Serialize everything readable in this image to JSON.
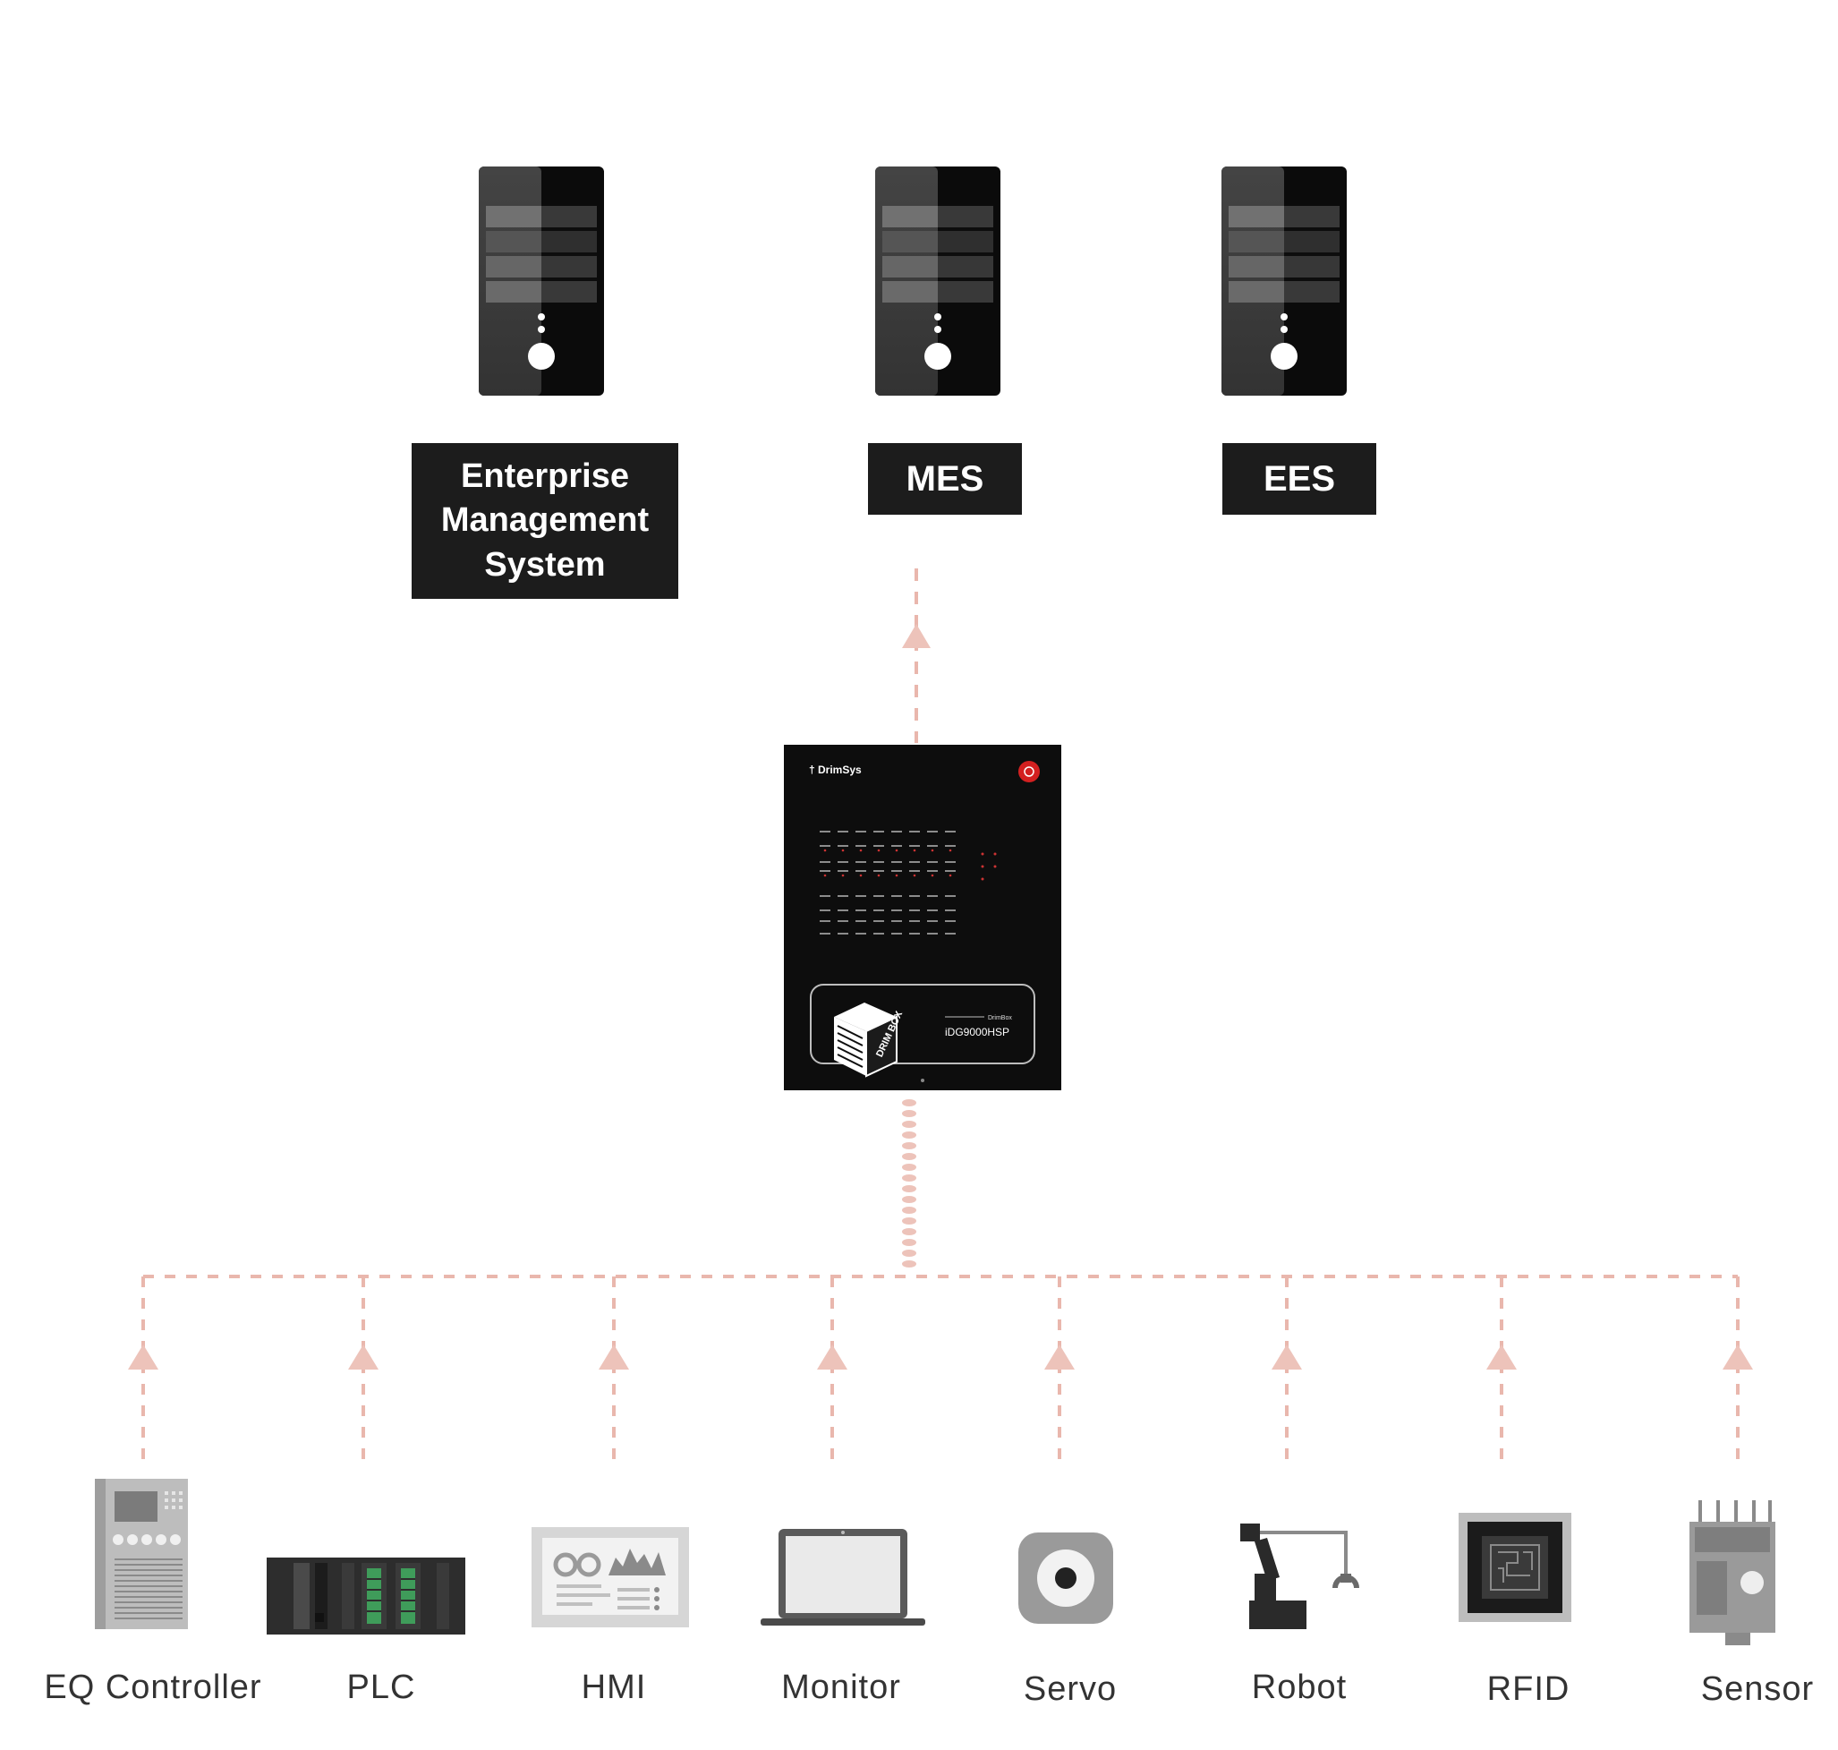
{
  "colors": {
    "connector": "#e9b7ad",
    "server_dark": "#0b0b0b",
    "server_light": "#3d3d3d",
    "label_bg": "#1c1c1c",
    "device_gray": "#9a9a9a",
    "power_red": "#d32020"
  },
  "servers": [
    {
      "lines": [
        "Enterprise",
        "Management",
        "System"
      ],
      "icon": "server-tower-icon"
    },
    {
      "lines": [
        "MES"
      ],
      "icon": "server-tower-icon"
    },
    {
      "lines": [
        "EES"
      ],
      "icon": "server-tower-icon"
    }
  ],
  "gateway": {
    "brand": "DrimSys",
    "logo_text": "DRIM BOX",
    "product_small": "DrimBox",
    "model": "iDG9000HSP",
    "icon": "power-button-icon"
  },
  "devices": [
    {
      "label": "EQ Controller",
      "icon": "eq-controller-icon"
    },
    {
      "label": "PLC",
      "icon": "plc-icon"
    },
    {
      "label": "HMI",
      "icon": "hmi-icon"
    },
    {
      "label": "Monitor",
      "icon": "laptop-monitor-icon"
    },
    {
      "label": "Servo",
      "icon": "servo-icon"
    },
    {
      "label": "Robot",
      "icon": "robot-arm-icon"
    },
    {
      "label": "RFID",
      "icon": "rfid-icon"
    },
    {
      "label": "Sensor",
      "icon": "sensor-icon"
    }
  ]
}
